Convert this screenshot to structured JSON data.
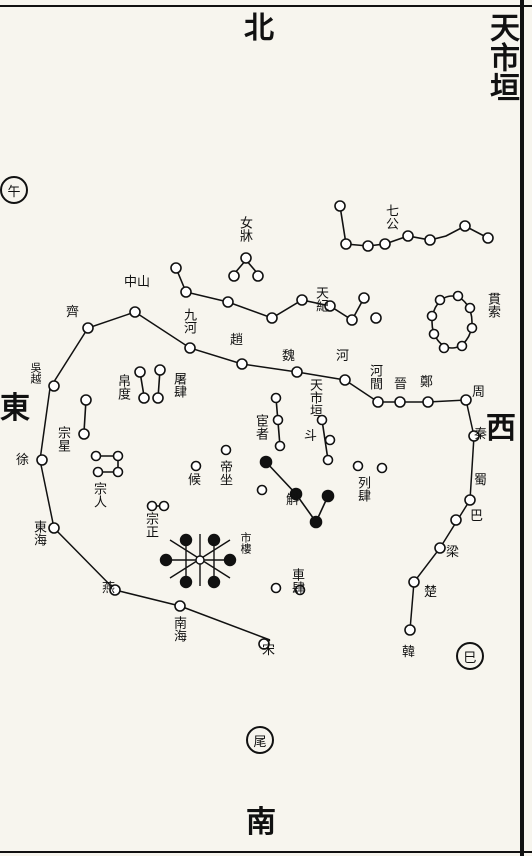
{
  "title": "天市垣",
  "directions": {
    "north": "北",
    "south": "南",
    "east": "東",
    "west": "西"
  },
  "circled": {
    "left": "午",
    "right": "巳",
    "bottom": "尾"
  },
  "labels": {
    "qinü": "女牀",
    "qigong": "七公",
    "guansuo": "貫索",
    "tianji": "天紀",
    "zhongshan": "中山",
    "jiuhe": "九河",
    "qi": "齊",
    "zhao": "趙",
    "wei": "魏",
    "he_j": "河間",
    "he": "河",
    "jin": "晉",
    "zheng": "鄭",
    "zhou": "周",
    "qin": "秦",
    "shu": "蜀",
    "ba": "巴",
    "liang": "梁",
    "chu": "楚",
    "han": "韓",
    "wuyue": "吳越",
    "xu": "徐",
    "donghai": "東海",
    "yan": "燕",
    "nanhai": "南海",
    "song": "宋",
    "bodu": "帛度",
    "tusi": "屠肆",
    "zongxing": "宗星",
    "zongren": "宗人",
    "zongzheng": "宗正",
    "huanzhe": "宦者",
    "dizuo": "帝坐",
    "hou": "候",
    "tianshiyuan_inner": "天市垣",
    "dou": "斗",
    "hu": "斛",
    "liesi": "列肆",
    "shilou": "市樓",
    "chesi": "車肆"
  }
}
